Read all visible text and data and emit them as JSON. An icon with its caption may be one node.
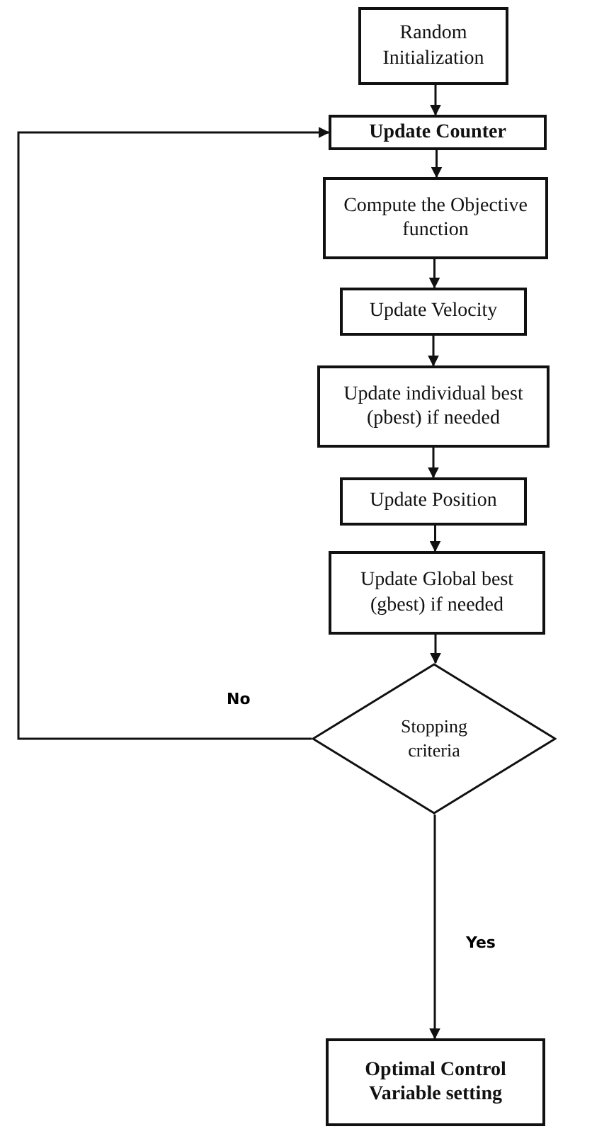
{
  "diagram": {
    "nodes": [
      {
        "text": [
          "Random Initialization"
        ]
      },
      {
        "text": [
          "Update Counter"
        ]
      },
      {
        "text": [
          "Compute the Objective function"
        ]
      },
      {
        "text": [
          "Update Velocity"
        ]
      },
      {
        "text": [
          "Update individual best (pbest) if needed"
        ]
      },
      {
        "text": [
          "Update Position"
        ]
      },
      {
        "text": [
          "Update Global best (gbest) if needed"
        ]
      },
      {
        "text": [
          "Stopping criteria"
        ]
      },
      {
        "text": [
          "Optimal Control Variable setting"
        ]
      }
    ],
    "edges": [
      {
        "from": 0,
        "to": 1,
        "arrow": "to"
      },
      {
        "from": 1,
        "to": 2,
        "arrow": "to"
      },
      {
        "from": 2,
        "to": 3,
        "arrow": "to"
      },
      {
        "from": 3,
        "to": 4,
        "arrow": "to"
      },
      {
        "from": 4,
        "to": 5,
        "arrow": "to"
      },
      {
        "from": 5,
        "to": 6,
        "arrow": "to"
      },
      {
        "from": 6,
        "to": 7,
        "arrow": "to"
      },
      {
        "from": 7,
        "to": 8,
        "label": "Yes",
        "arrow": "to"
      },
      {
        "from": 7,
        "to": 1,
        "label": "No",
        "arrow": "to"
      }
    ]
  }
}
